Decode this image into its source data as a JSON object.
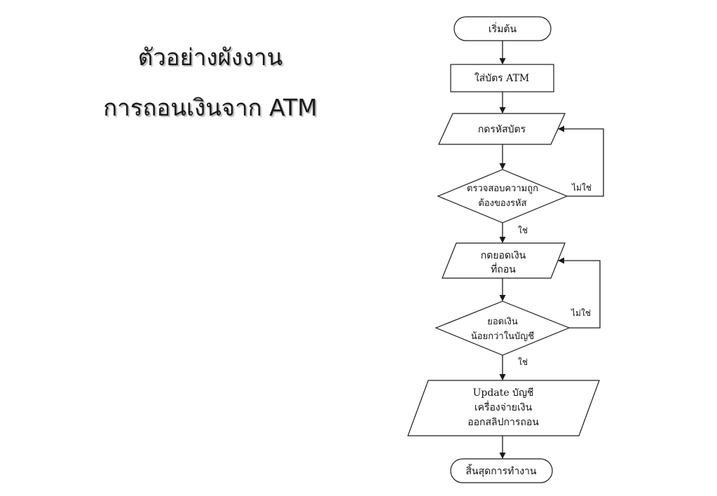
{
  "title": {
    "line1": "ตัวอย่างผังงาน",
    "line2": "การถอนเงินจาก ATM"
  },
  "flowchart": {
    "start": "เริ่มต้น",
    "insert_card": "ใส่บัตร ATM",
    "enter_pin": "กดรหัสบัตร",
    "check_pin": [
      "ตรวจสอบความถูก",
      "ต้องของรหัส"
    ],
    "enter_amount": [
      "กดยอดเงิน",
      "ที่ถอน"
    ],
    "check_balance": [
      "ยอดเงิน",
      "น้อยกว่าในบัญชี"
    ],
    "update": [
      "Update บัญชี",
      "เครื่องจ่ายเงิน",
      "ออกสลิปการถอน"
    ],
    "end": "สิ้นสุดการทำงาน",
    "label_no_1": "ไม่ใช่",
    "label_yes_1": "ใช่",
    "label_no_2": "ไม่ใช่",
    "label_yes_2": "ใช่"
  }
}
